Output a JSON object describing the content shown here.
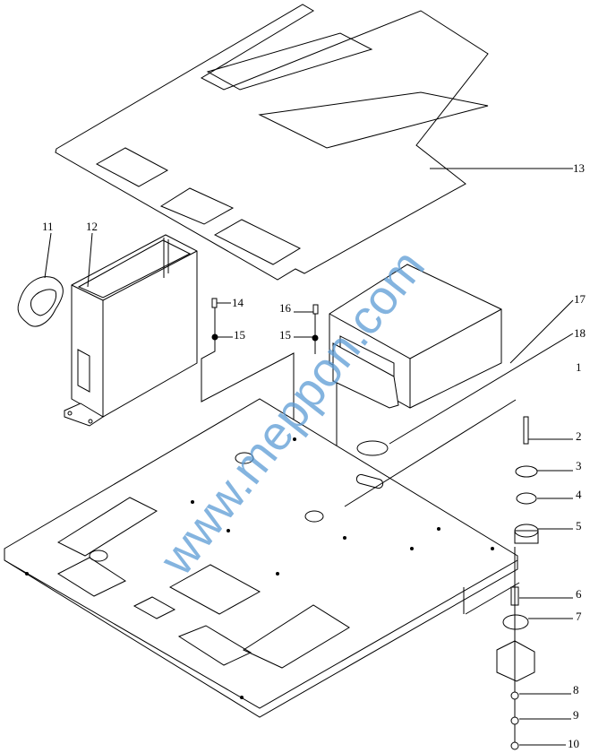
{
  "watermark": "www.meppon.com",
  "callouts": {
    "c1": "1",
    "c2": "2",
    "c3": "3",
    "c4": "4",
    "c5": "5",
    "c6": "6",
    "c7": "7",
    "c8": "8",
    "c9": "9",
    "c10": "10",
    "c11": "11",
    "c12": "12",
    "c13": "13",
    "c14": "14",
    "c15a": "15",
    "c15b": "15",
    "c16": "16",
    "c17": "17",
    "c18": "18"
  }
}
